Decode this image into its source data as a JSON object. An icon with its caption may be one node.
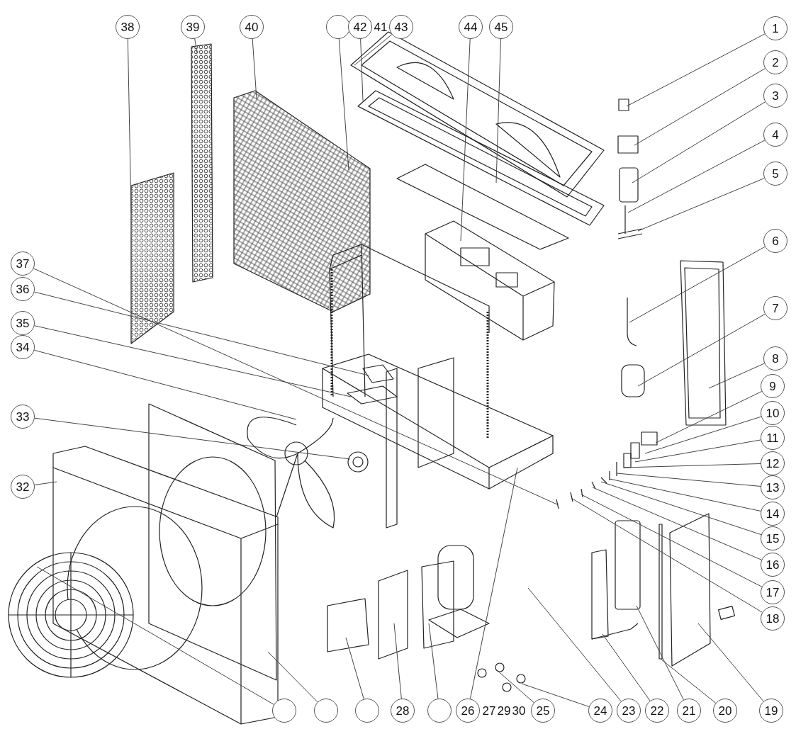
{
  "diagram": {
    "nodes": [
      {
        "text": [
          "38"
        ]
      },
      {
        "text": [
          "39"
        ]
      },
      {
        "text": [
          "40"
        ]
      },
      {
        "text": [],
        "shape": "circle"
      },
      {
        "text": [
          "42"
        ]
      },
      {
        "text": [
          "41"
        ]
      },
      {
        "text": [
          "43"
        ]
      },
      {
        "text": [
          "44"
        ]
      },
      {
        "text": [
          "45"
        ]
      },
      {
        "text": [
          "1"
        ]
      },
      {
        "text": [
          "2"
        ]
      },
      {
        "text": [
          "3"
        ]
      },
      {
        "text": [
          "4"
        ]
      },
      {
        "text": [
          "5"
        ]
      },
      {
        "text": [
          "6"
        ]
      },
      {
        "text": [
          "7"
        ]
      },
      {
        "text": [
          "8"
        ]
      },
      {
        "text": [
          "9"
        ]
      },
      {
        "text": [
          "10"
        ]
      },
      {
        "text": [
          "11"
        ]
      },
      {
        "text": [
          "12"
        ]
      },
      {
        "text": [
          "13"
        ]
      },
      {
        "text": [
          "14"
        ]
      },
      {
        "text": [
          "15"
        ]
      },
      {
        "text": [
          "16"
        ]
      },
      {
        "text": [
          "17"
        ]
      },
      {
        "text": [
          "18"
        ]
      },
      {
        "text": [
          "37"
        ]
      },
      {
        "text": [
          "36"
        ]
      },
      {
        "text": [
          "35"
        ]
      },
      {
        "text": [
          "34"
        ]
      },
      {
        "text": [
          "33"
        ]
      },
      {
        "text": [
          "32"
        ]
      },
      {
        "text": [],
        "shape": "circle"
      },
      {
        "text": [],
        "shape": "circle"
      },
      {
        "text": [],
        "shape": "circle"
      },
      {
        "text": [
          "28"
        ]
      },
      {
        "text": [],
        "shape": "circle"
      },
      {
        "text": [
          "26"
        ]
      },
      {
        "text": [
          "27"
        ]
      },
      {
        "text": [
          "29"
        ]
      },
      {
        "text": [
          "30"
        ]
      },
      {
        "text": [
          "25"
        ]
      },
      {
        "text": [
          "24"
        ]
      },
      {
        "text": [
          "23"
        ]
      },
      {
        "text": [
          "22"
        ]
      },
      {
        "text": [
          "21"
        ]
      },
      {
        "text": [
          "20"
        ]
      },
      {
        "text": [
          "19"
        ]
      }
    ],
    "edges": [
      {
        "from": 0,
        "to": null,
        "arrow": "none"
      },
      {
        "from": 1,
        "to": null,
        "arrow": "none"
      },
      {
        "from": 2,
        "to": null,
        "arrow": "none"
      },
      {
        "from": 3,
        "to": null,
        "arrow": "none"
      },
      {
        "from": 4,
        "to": null,
        "arrow": "none"
      },
      {
        "from": 6,
        "to": null,
        "arrow": "none"
      },
      {
        "from": 7,
        "to": null,
        "arrow": "none"
      },
      {
        "from": 8,
        "to": null,
        "arrow": "none"
      },
      {
        "from": 9,
        "to": null,
        "arrow": "none"
      },
      {
        "from": 10,
        "to": null,
        "arrow": "none"
      },
      {
        "from": 11,
        "to": null,
        "arrow": "none"
      },
      {
        "from": 12,
        "to": null,
        "arrow": "none"
      },
      {
        "from": 13,
        "to": null,
        "arrow": "none"
      },
      {
        "from": 14,
        "to": null,
        "arrow": "none"
      },
      {
        "from": 15,
        "to": null,
        "arrow": "none"
      },
      {
        "from": 16,
        "to": null,
        "arrow": "none"
      },
      {
        "from": 17,
        "to": null,
        "arrow": "none"
      },
      {
        "from": 18,
        "to": null,
        "arrow": "none"
      },
      {
        "from": 19,
        "to": null,
        "arrow": "none"
      },
      {
        "from": 20,
        "to": null,
        "arrow": "none"
      },
      {
        "from": 21,
        "to": null,
        "arrow": "none"
      },
      {
        "from": 22,
        "to": null,
        "arrow": "none"
      },
      {
        "from": 23,
        "to": null,
        "arrow": "none"
      },
      {
        "from": 24,
        "to": null,
        "arrow": "none"
      },
      {
        "from": 25,
        "to": null,
        "arrow": "none"
      },
      {
        "from": 26,
        "to": null,
        "arrow": "none"
      },
      {
        "from": 27,
        "to": null,
        "arrow": "none"
      },
      {
        "from": 28,
        "to": null,
        "arrow": "none"
      },
      {
        "from": 29,
        "to": null,
        "arrow": "none"
      },
      {
        "from": 30,
        "to": null,
        "arrow": "none"
      },
      {
        "from": 31,
        "to": null,
        "arrow": "none"
      },
      {
        "from": 32,
        "to": null,
        "arrow": "none"
      },
      {
        "from": 33,
        "to": null,
        "arrow": "none"
      },
      {
        "from": 34,
        "to": null,
        "arrow": "none"
      },
      {
        "from": 35,
        "to": null,
        "arrow": "none"
      },
      {
        "from": 36,
        "to": null,
        "arrow": "none"
      },
      {
        "from": 37,
        "to": null,
        "arrow": "none"
      },
      {
        "from": 38,
        "to": null,
        "arrow": "none"
      },
      {
        "from": 42,
        "to": null,
        "arrow": "none"
      },
      {
        "from": 43,
        "to": null,
        "arrow": "none"
      },
      {
        "from": 44,
        "to": null,
        "arrow": "none"
      },
      {
        "from": 45,
        "to": null,
        "arrow": "none"
      },
      {
        "from": 46,
        "to": null,
        "arrow": "none"
      },
      {
        "from": 47,
        "to": null,
        "arrow": "none"
      },
      {
        "from": 48,
        "to": null,
        "arrow": "none"
      }
    ]
  }
}
